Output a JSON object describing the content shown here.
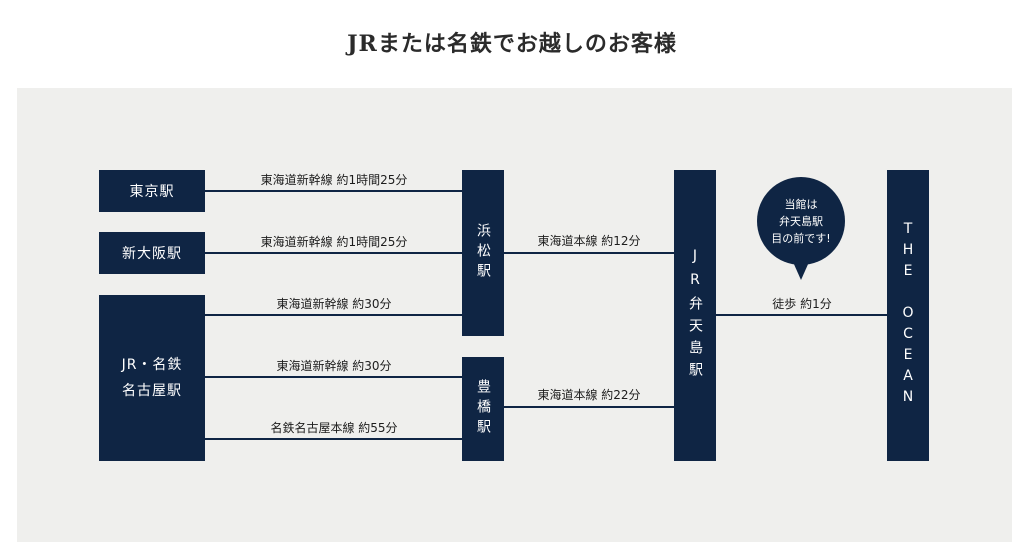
{
  "title": "JRまたは名鉄でお越しのお客様",
  "stations": {
    "tokyo": "東京駅",
    "shin_osaka": "新大阪駅",
    "nagoya_line1": "JR・名鉄",
    "nagoya_line2": "名古屋駅",
    "hamamatsu": "浜松駅",
    "toyohashi": "豊橋駅",
    "bentenjima": "JR弁天島駅",
    "destination": "THE OCEAN"
  },
  "routes": {
    "tokyo_hamamatsu": "東海道新幹線 約1時間25分",
    "shinosaka_hamamatsu": "東海道新幹線 約1時間25分",
    "nagoya_hamamatsu": "東海道新幹線 約30分",
    "nagoya_toyohashi_shinkansen": "東海道新幹線 約30分",
    "nagoya_toyohashi_meitetsu": "名鉄名古屋本線 約55分",
    "hamamatsu_bentenjima": "東海道本線 約12分",
    "toyohashi_bentenjima": "東海道本線 約22分",
    "bentenjima_ocean": "徒歩 約1分"
  },
  "bubble": {
    "line1": "当館は",
    "line2": "弁天島駅",
    "line3": "目の前です!"
  },
  "colors": {
    "navy": "#0f2544",
    "panel": "#efefed"
  }
}
